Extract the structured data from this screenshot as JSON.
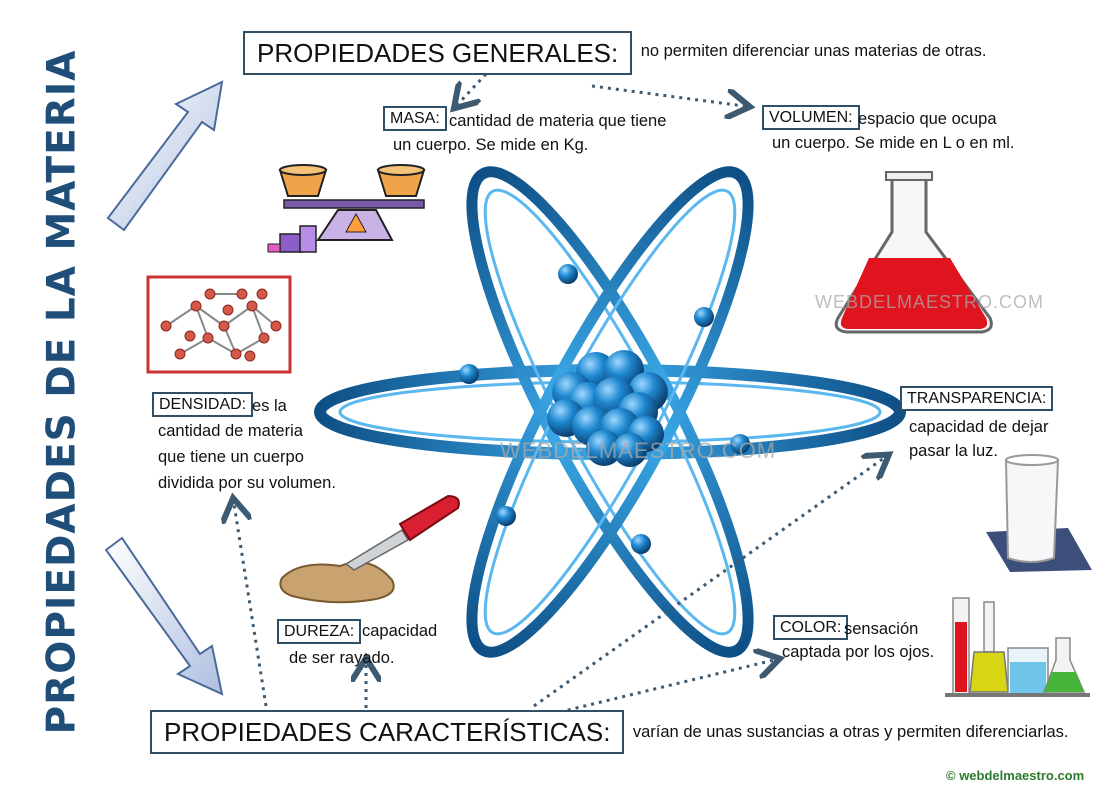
{
  "title": "PROPIEDADES DE LA MATERIA",
  "general": {
    "label": "PROPIEDADES GENERALES:",
    "desc": "no permiten diferenciar unas materias de otras."
  },
  "masa": {
    "label": "MASA:",
    "desc": [
      "cantidad de materia que tiene",
      "un cuerpo. Se mide en Kg."
    ]
  },
  "volumen": {
    "label": "VOLUMEN:",
    "desc": [
      "espacio que ocupa",
      "un cuerpo. Se mide en L o en ml."
    ]
  },
  "densidad": {
    "label": "DENSIDAD:",
    "desc": [
      "es la",
      "cantidad de materia",
      "que tiene un cuerpo",
      "dividida por su volumen."
    ]
  },
  "transparencia": {
    "label": "TRANSPARENCIA:",
    "desc": [
      "capacidad de dejar",
      "pasar la luz."
    ]
  },
  "dureza": {
    "label": "DUREZA:",
    "desc": [
      "capacidad",
      "de ser rayado."
    ]
  },
  "color": {
    "label": "COLOR:",
    "desc": [
      "sensación",
      "captada por los ojos."
    ]
  },
  "caracteristicas": {
    "label": "PROPIEDADES CARACTERÍSTICAS:",
    "desc": "varían de unas sustancias a otras y permiten diferenciarlas."
  },
  "watermarks": [
    "WEBDELMAESTRO.COM",
    "WEBDELMAESTRO.COM"
  ],
  "footer": "© webdelmaestro.com",
  "colors": {
    "title": "#1f4e79",
    "box_border": "#2f4f66",
    "arrow": "#3d5a73",
    "atom": "#1f7fc4",
    "liquid_red": "#e0141e",
    "footer": "#2c7a2c"
  },
  "icons": [
    "balance-scale-icon",
    "molecule-lattice-icon",
    "erlenmeyer-flask-icon",
    "atom-icon",
    "water-glass-icon",
    "knife-icon",
    "lab-tubes-icon"
  ]
}
